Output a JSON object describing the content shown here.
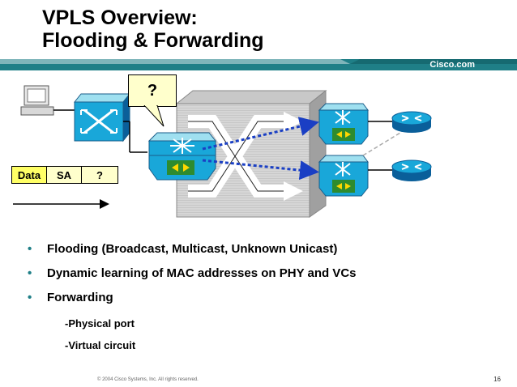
{
  "header": {
    "title_line1": "VPLS Overview:",
    "title_line2": "Flooding & Forwarding",
    "brand": "Cisco.com",
    "band_color": "#1f7f87"
  },
  "diagram": {
    "question_label": "?",
    "frame_fields": [
      "Data",
      "SA",
      "?"
    ],
    "icons": [
      "pc-icon",
      "ethernet-switch-icon",
      "pe-switch-router-icon",
      "provider-cloud-icon",
      "router-icon"
    ]
  },
  "bullets": [
    "Flooding (Broadcast, Multicast, Unknown Unicast)",
    "Dynamic learning of MAC addresses on PHY and VCs",
    "Forwarding"
  ],
  "sub_bullets": [
    "-Physical port",
    "-Virtual circuit"
  ],
  "footer": {
    "copyright": "© 2004 Cisco Systems, Inc. All rights reserved.",
    "page_number": "16"
  }
}
